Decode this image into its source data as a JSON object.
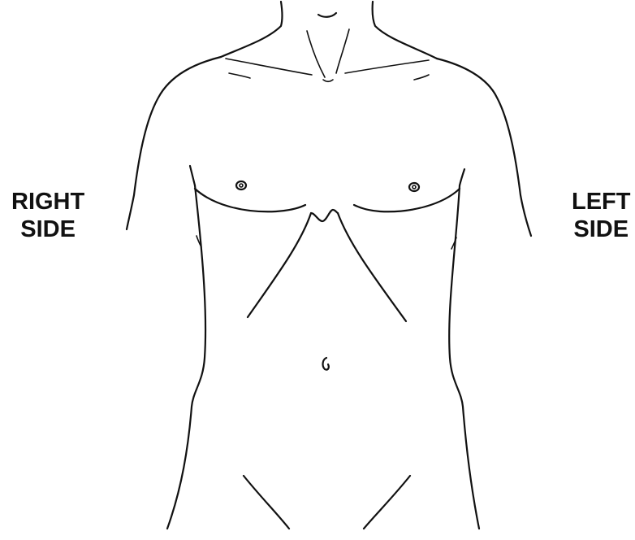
{
  "labels": {
    "right_side": [
      "RIGHT",
      "SIDE"
    ],
    "left_side": [
      "LEFT",
      "SIDE"
    ]
  },
  "colors": {
    "line": "#111111",
    "background": "#ffffff"
  }
}
